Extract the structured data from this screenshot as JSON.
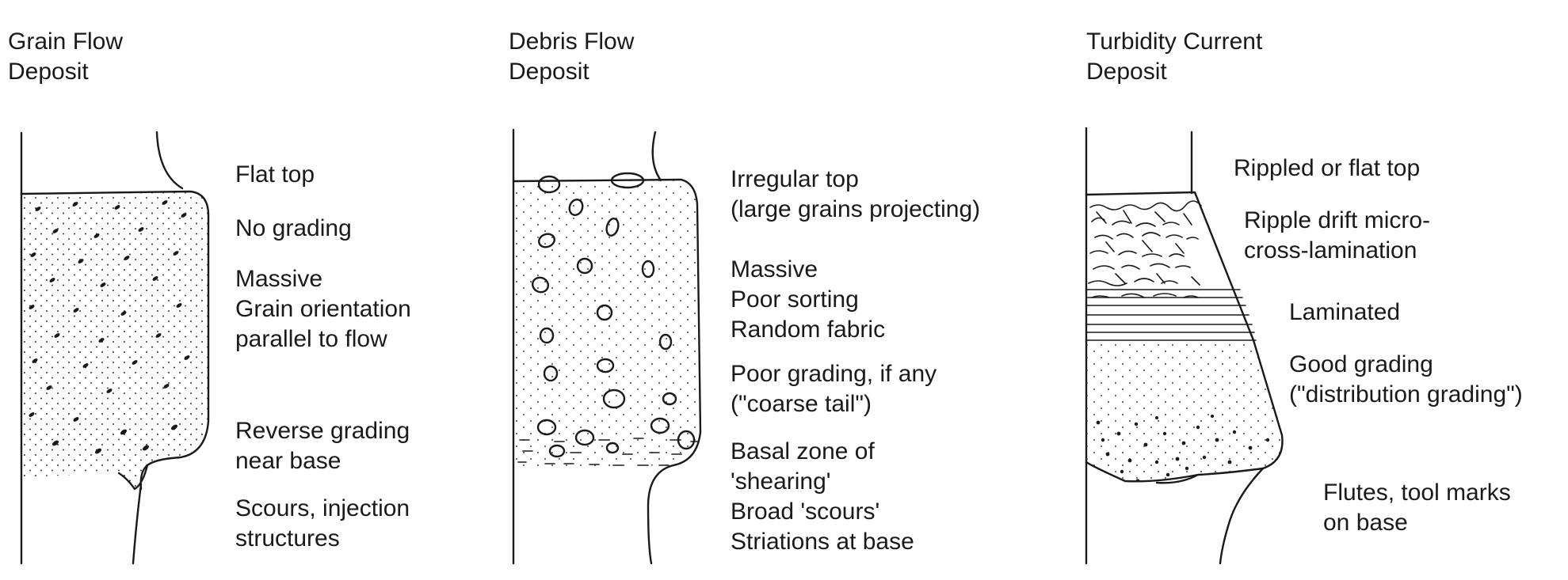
{
  "columns": [
    {
      "title_line1": "Grain Flow",
      "title_line2": "Deposit",
      "labels": [
        "Flat top",
        "No grading",
        "Massive",
        "Grain orientation",
        "parallel to flow",
        "Reverse grading",
        "near base",
        "Scours, injection",
        "structures"
      ]
    },
    {
      "title_line1": "Debris Flow",
      "title_line2": "Deposit",
      "labels": [
        "Irregular top",
        "(large grains projecting)",
        "Massive",
        "Poor sorting",
        "Random fabric",
        "Poor grading, if any",
        "(\"coarse tail\")",
        "Basal zone of",
        "'shearing'",
        "Broad 'scours'",
        "Striations at base"
      ]
    },
    {
      "title_line1": "Turbidity Current",
      "title_line2": "Deposit",
      "labels": [
        "Rippled or flat top",
        "Ripple drift micro-",
        "cross-lamination",
        "Laminated",
        "Good grading",
        "(\"distribution grading\")",
        "Flutes, tool marks",
        "on base"
      ]
    }
  ]
}
